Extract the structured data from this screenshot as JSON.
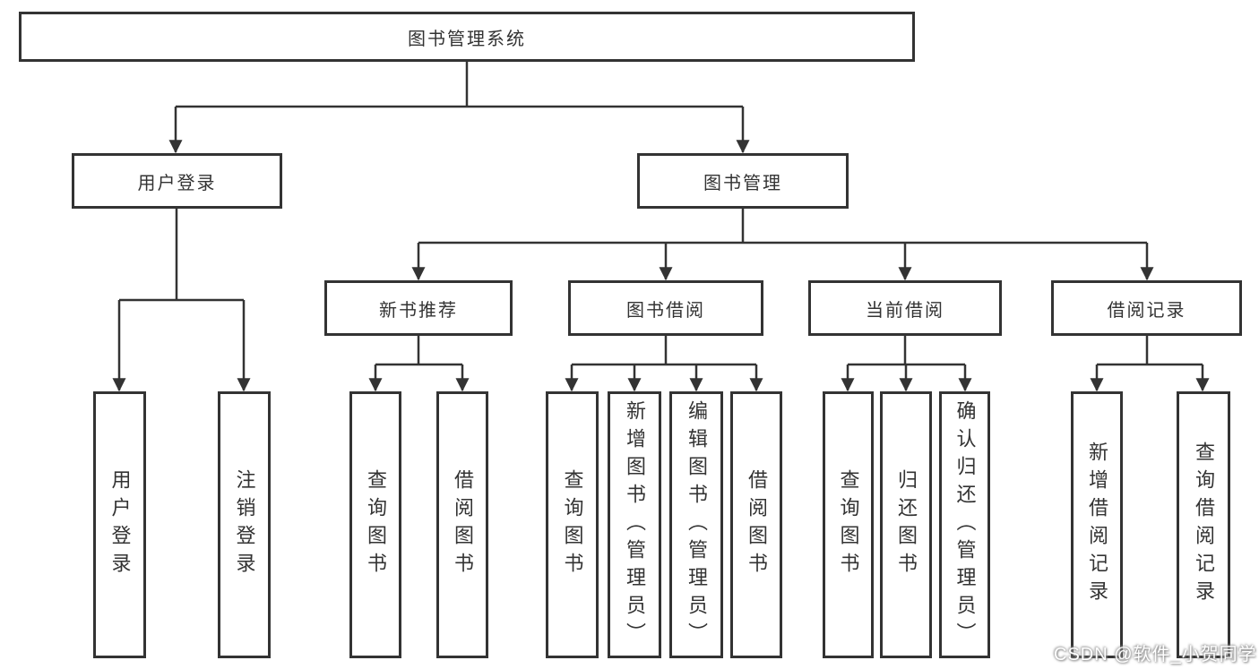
{
  "tree": {
    "root_label": "图书管理系统",
    "branches": [
      {
        "label": "用户登录",
        "children": [
          {
            "label": "用户登录"
          },
          {
            "label": "注销登录"
          }
        ]
      },
      {
        "label": "图书管理",
        "children": [
          {
            "label": "新书推荐",
            "children": [
              {
                "label": "查询图书"
              },
              {
                "label": "借阅图书"
              }
            ]
          },
          {
            "label": "图书借阅",
            "children": [
              {
                "label": "查询图书"
              },
              {
                "label": "新增图书（管理员）"
              },
              {
                "label": "编辑图书（管理员）"
              },
              {
                "label": "借阅图书"
              }
            ]
          },
          {
            "label": "当前借阅",
            "children": [
              {
                "label": "查询图书"
              },
              {
                "label": "归还图书"
              },
              {
                "label": "确认归还（管理员）"
              }
            ]
          },
          {
            "label": "借阅记录",
            "children": [
              {
                "label": "新增借阅记录"
              },
              {
                "label": "查询借阅记录"
              }
            ]
          }
        ]
      }
    ]
  },
  "watermark": {
    "text": "CSDN @软件_小贺同学"
  },
  "colors": {
    "line": "#333333",
    "text": "#333333",
    "background": "#ffffff"
  }
}
